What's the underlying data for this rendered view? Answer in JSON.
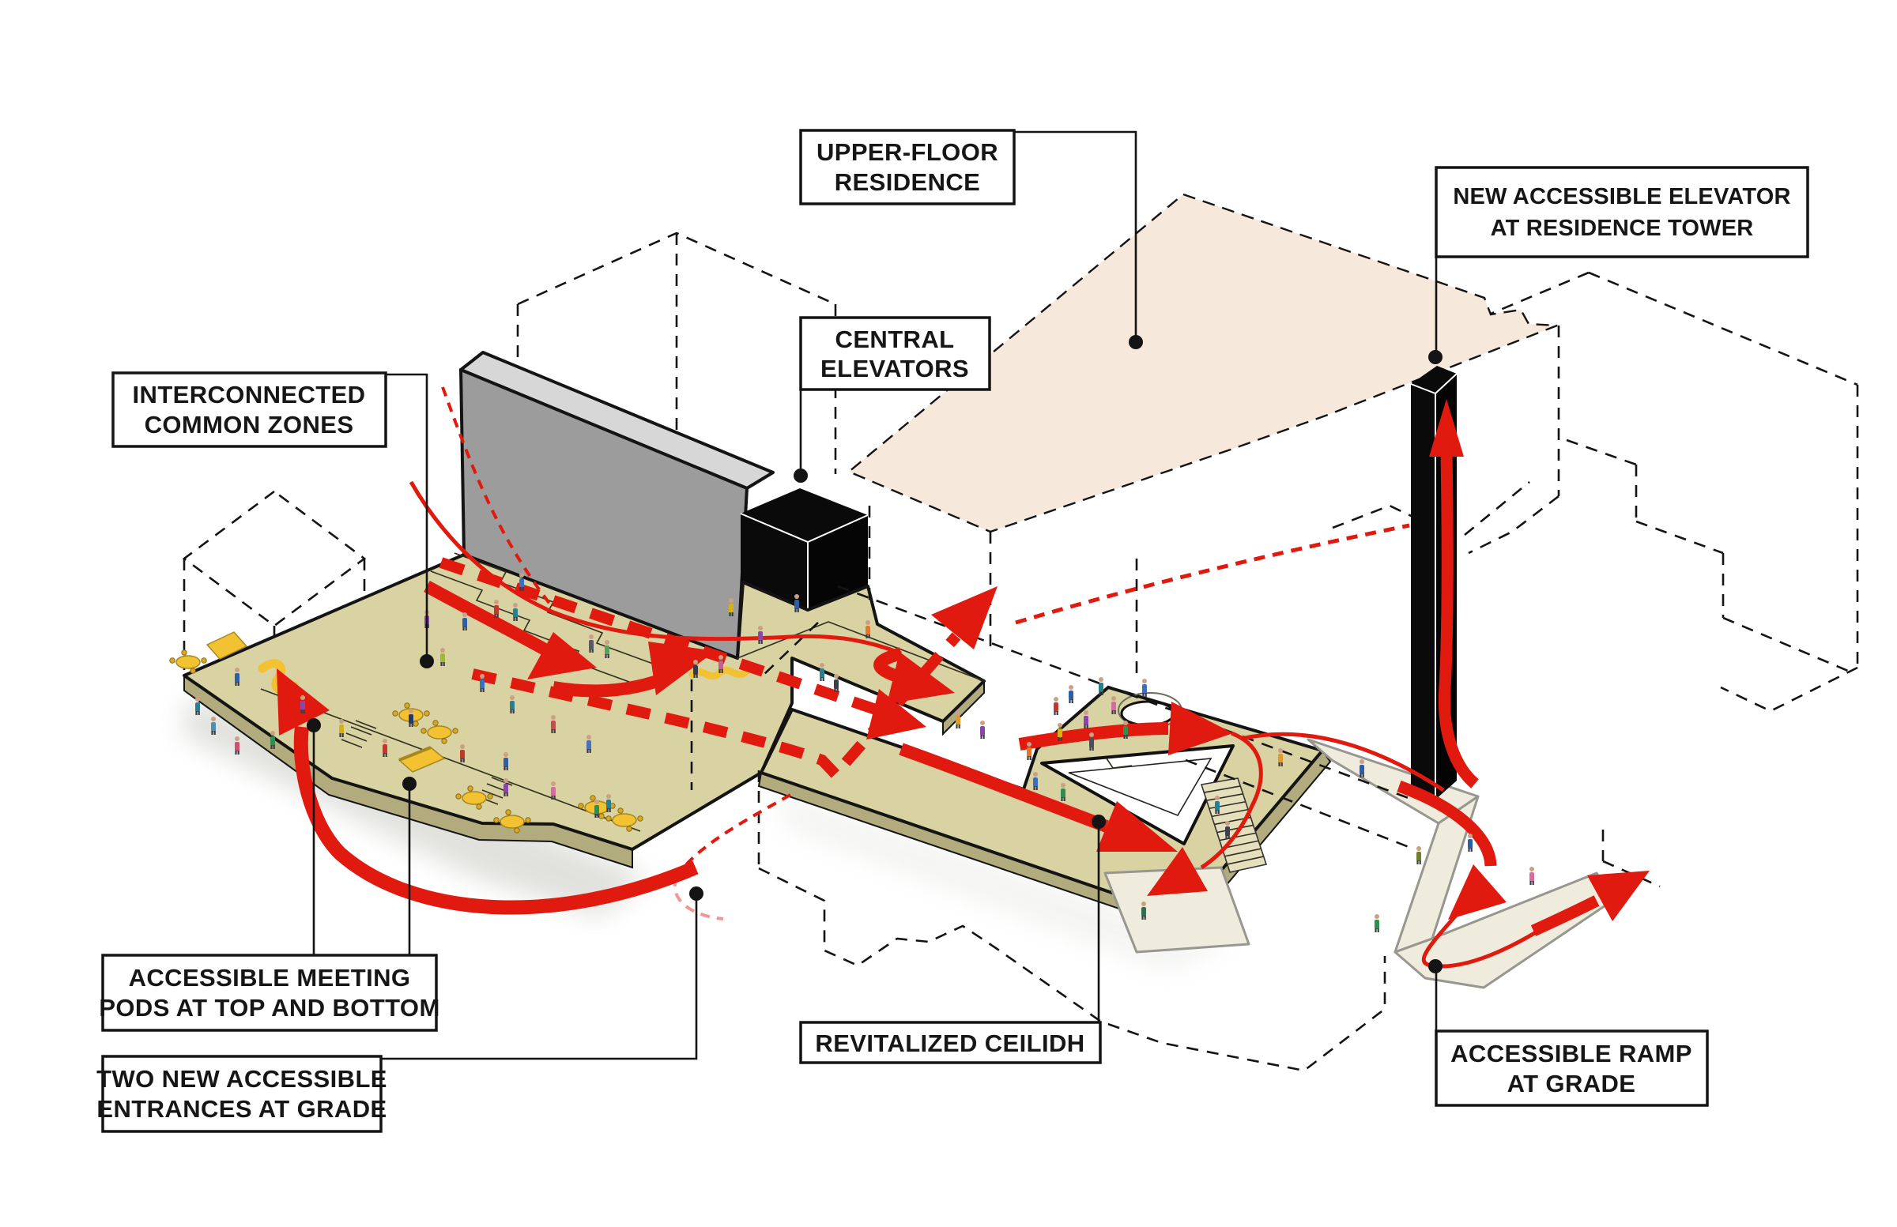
{
  "diagram": {
    "kind": "axonometric-architecture-circulation-diagram",
    "labels": {
      "interconnected": {
        "line1": "INTERCONNECTED",
        "line2": "COMMON ZONES"
      },
      "upper_floor": {
        "line1": "UPPER-FLOOR",
        "line2": "RESIDENCE"
      },
      "central_elev": {
        "line1": "CENTRAL",
        "line2": "ELEVATORS"
      },
      "new_elev": {
        "line1": "NEW ACCESSIBLE ELEVATOR",
        "line2": "AT RESIDENCE TOWER"
      },
      "pods": {
        "line1": "ACCESSIBLE MEETING",
        "line2": "PODS AT TOP AND BOTTOM"
      },
      "entrances": {
        "line1": "TWO NEW ACCESSIBLE",
        "line2": "ENTRANCES AT GRADE"
      },
      "ceilidh": {
        "line1": "REVITALIZED CEILIDH"
      },
      "ramp": {
        "line1": "ACCESSIBLE RAMP",
        "line2": "AT GRADE"
      }
    },
    "colors": {
      "red": "#e11a10",
      "floor": "#d9d2a2",
      "floorside": "#b2ab7e",
      "pink": "#f7e8dc",
      "wall": "#9c9c9c",
      "walltop": "#d7d7d7",
      "cream": "#efebdd",
      "yellow": "#f2c232",
      "ink": "#141414"
    }
  }
}
